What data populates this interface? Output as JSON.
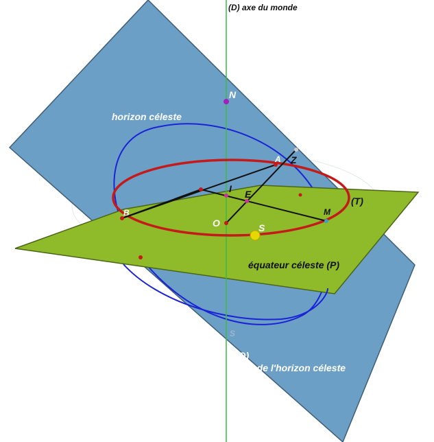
{
  "colors": {
    "plane_Q": "#6b9fc6",
    "plane_P": "#8fba2a",
    "axis": "#3cb846",
    "horizon_circle": "#1a23d6",
    "equator_circle": "#c41a1a",
    "sun": "#e6d800",
    "segments": "#111111"
  },
  "labels": {
    "axis": "(D) axe du monde",
    "N": "N",
    "horizon": "horizon céleste",
    "A": "A",
    "Z": "Z",
    "I": "I",
    "E": "E",
    "B": "B",
    "M": "M",
    "T": "(T)",
    "O": "O",
    "S": "S",
    "S_lower": "S",
    "equator_plane": "équateur céleste (P)",
    "Q": "(Q)",
    "Q_plane": "plan de l'horizon céleste"
  }
}
